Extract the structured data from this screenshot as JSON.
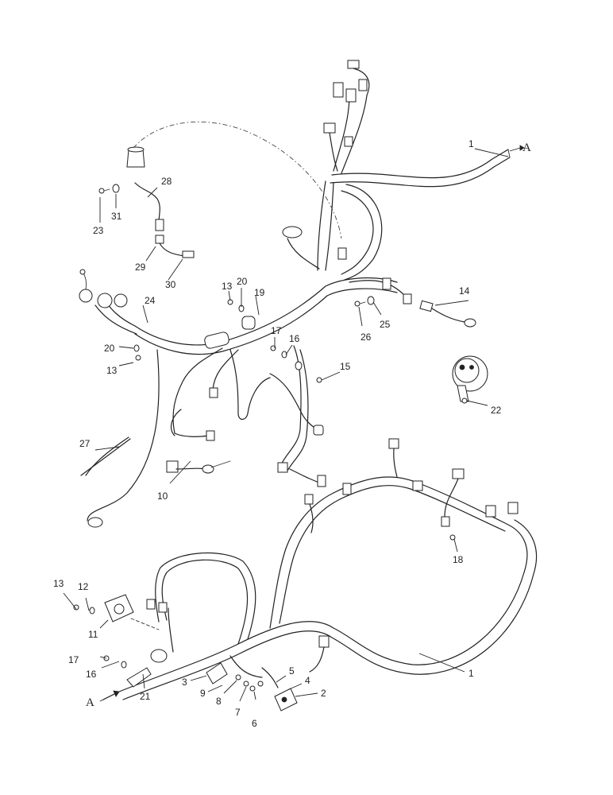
{
  "diagram": {
    "callouts": {
      "c1a": "1",
      "c1b": "1",
      "c2": "2",
      "c3": "3",
      "c4": "4",
      "c5": "5",
      "c6": "6",
      "c7": "7",
      "c8": "8",
      "c9": "9",
      "c10": "10",
      "c11": "11",
      "c12": "12",
      "c13a": "13",
      "c13b": "13",
      "c13c": "13",
      "c14": "14",
      "c15": "15",
      "c16a": "16",
      "c16b": "16",
      "c17a": "17",
      "c17b": "17",
      "c18": "18",
      "c19": "19",
      "c20a": "20",
      "c20b": "20",
      "c21": "21",
      "c22": "22",
      "c23": "23",
      "c24": "24",
      "c25": "25",
      "c26": "26",
      "c27": "27",
      "c28": "28",
      "c29": "29",
      "c30": "30",
      "c31": "31",
      "markA1": "A",
      "markA2": "A"
    }
  }
}
